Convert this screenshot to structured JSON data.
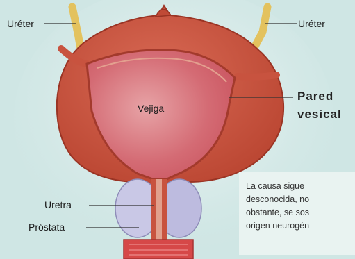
{
  "labels": {
    "ureter_left": "Uréter",
    "ureter_right": "Uréter",
    "bladder": "Vejiga",
    "wall_line1": "Pared",
    "wall_line2": "vesical",
    "urethra": "Uretra",
    "prostate": "Próstata"
  },
  "note": {
    "line1": "La causa sigue",
    "line2": "desconocida, no",
    "line3": "obstante, se sos",
    "line4": "origen neurogén"
  },
  "colors": {
    "background": "#cfe6e4",
    "bladder_outer": "#c8533f",
    "bladder_inner": "#d66a6f",
    "ureter": "#e8c86a",
    "prostate": "#c9c8e6",
    "line": "#333333"
  }
}
